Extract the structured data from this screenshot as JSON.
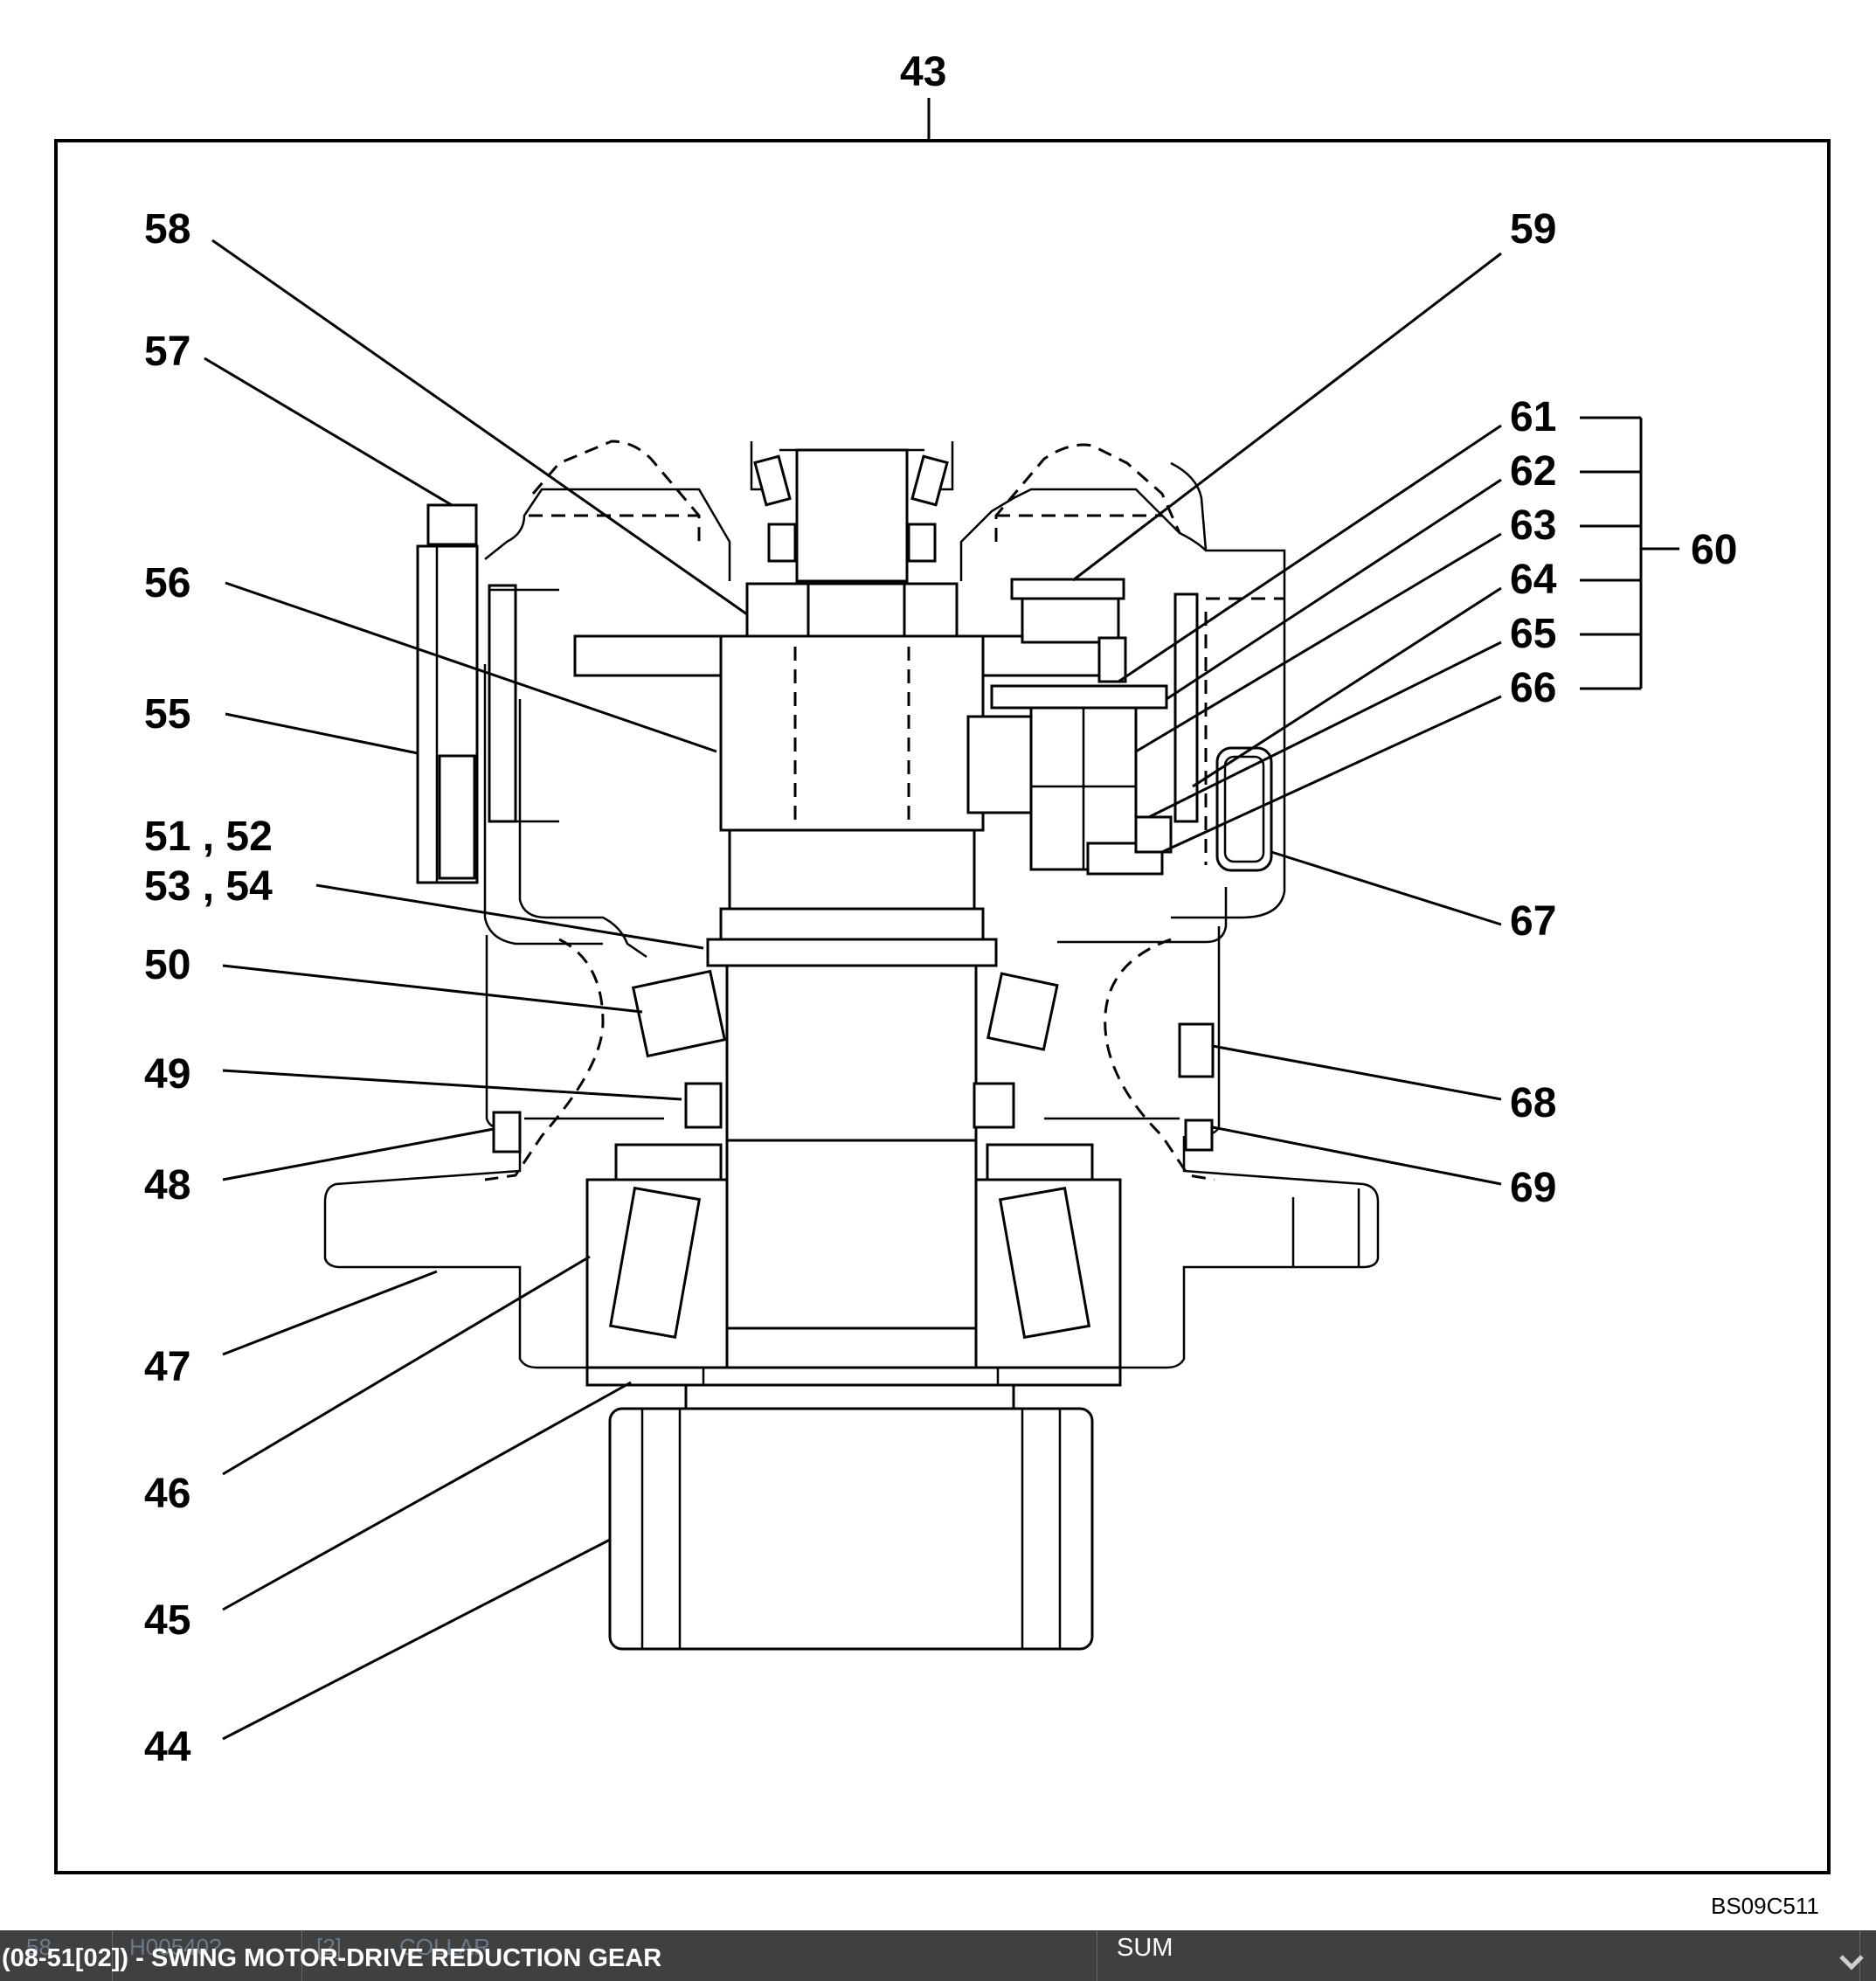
{
  "diagram": {
    "assembly_label": "43",
    "drawing_code": "BS09C511",
    "callouts": {
      "c58": "58",
      "c57": "57",
      "c56": "56",
      "c55": "55",
      "c5152": "51 , 52",
      "c5354": "53 , 54",
      "c50": "50",
      "c49": "49",
      "c48": "48",
      "c47": "47",
      "c46": "46",
      "c45": "45",
      "c44": "44",
      "c59": "59",
      "c61": "61",
      "c62": "62",
      "c63": "63",
      "c64": "64",
      "c65": "65",
      "c66": "66",
      "c60": "60",
      "c67": "67",
      "c68": "68",
      "c69": "69"
    }
  },
  "footer": {
    "title": "(08-51[02]) - SWING MOTOR-DRIVE REDUCTION GEAR",
    "summary_label": "SUM",
    "ghost_row": [
      "58",
      "H00540?",
      "[2]",
      "COLLAR"
    ]
  },
  "colors": {
    "footer_bg": "#404040",
    "footer_text": "#ffffff",
    "line": "#000000"
  }
}
